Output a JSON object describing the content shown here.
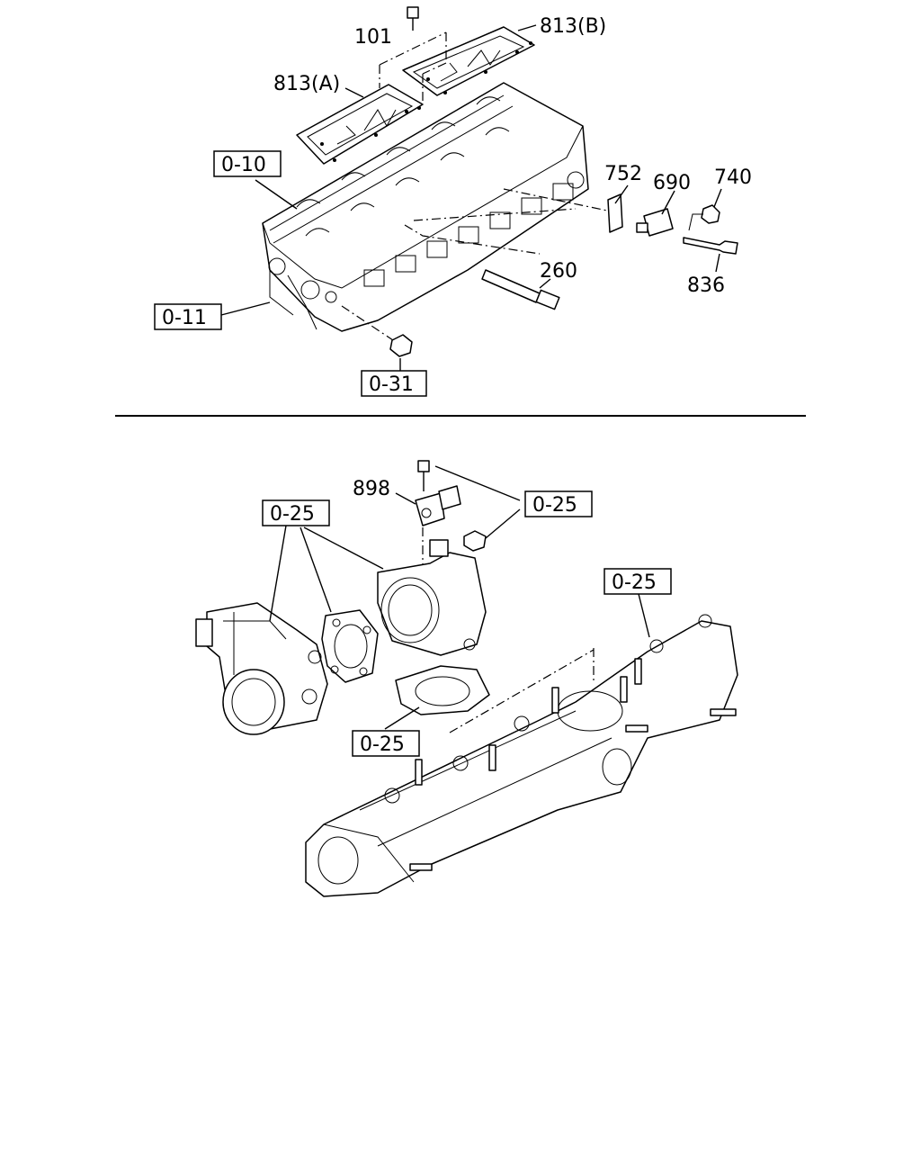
{
  "top_diagram": {
    "labels": {
      "l101": "101",
      "l813b": "813(B)",
      "l813a": "813(A)",
      "l752": "752",
      "l690": "690",
      "l740": "740",
      "l836": "836",
      "l260": "260"
    },
    "refs": {
      "r010": "0-10",
      "r011": "0-11",
      "r031": "0-31"
    }
  },
  "bottom_diagram": {
    "labels": {
      "l898": "898"
    },
    "refs": {
      "r025a": "0-25",
      "r025b": "0-25",
      "r025c": "0-25",
      "r025d": "0-25"
    }
  }
}
